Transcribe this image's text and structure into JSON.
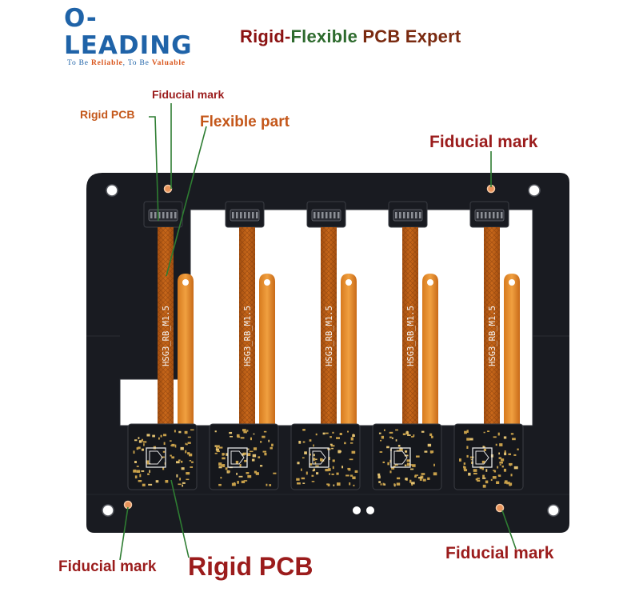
{
  "logo": {
    "name": "O-LEADING",
    "tagline_parts": [
      "To Be ",
      "Reliable",
      ", To Be ",
      "Valuable"
    ]
  },
  "headline": {
    "part1": "Rigid-",
    "part2": "Flexible",
    "part3": " PCB Expert"
  },
  "callouts": {
    "fiducial_top_left": "Fiducial mark",
    "rigid_top": "Rigid PCB",
    "flexible_part": "Flexible part",
    "fiducial_top_right": "Fiducial mark",
    "fiducial_bottom_left": "Fiducial mark",
    "rigid_bottom": "Rigid PCB",
    "fiducial_bottom_right": "Fiducial mark"
  },
  "board": {
    "flex_silkscreen": "HSG3_RB_M1.5",
    "module_count": 5
  },
  "colors": {
    "board": "#1a1c22",
    "flex": "#b65a14",
    "gold": "#c8a04a",
    "logo_blue": "#1f63a8",
    "callout_red": "#9b1c1c",
    "callout_orange": "#c4571a",
    "leader_green": "#2e7d32"
  }
}
